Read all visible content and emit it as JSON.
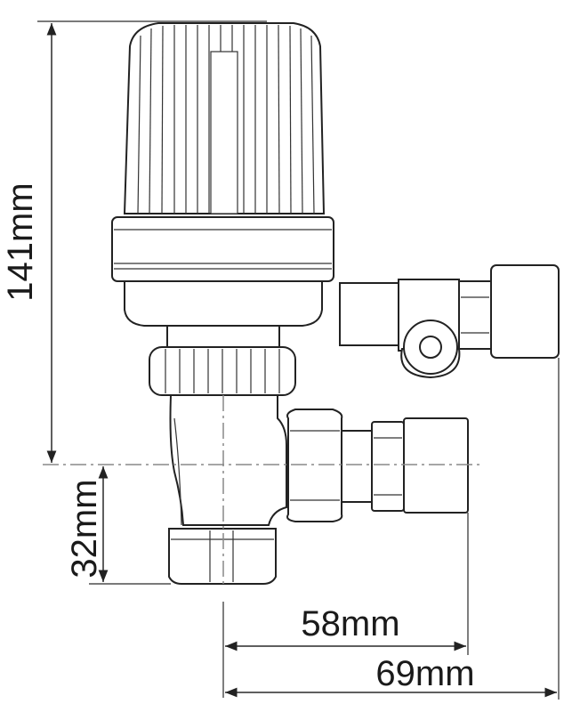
{
  "dimensions": {
    "height_total": "141mm",
    "height_lower": "32mm",
    "width_inner": "58mm",
    "width_outer": "69mm"
  },
  "colors": {
    "line": "#222222",
    "centerline": "#888888",
    "background": "#ffffff"
  }
}
